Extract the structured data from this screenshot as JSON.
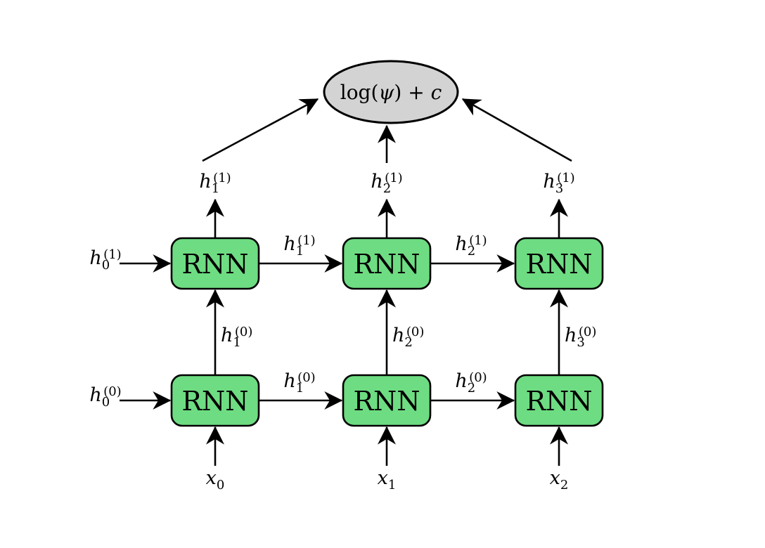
{
  "colors": {
    "node_fill": "#6edc82",
    "node_stroke": "#000000",
    "output_fill": "#d3d3d3",
    "edge": "#000000",
    "background": "#ffffff"
  },
  "output_node": {
    "part_log": "log(",
    "part_psi": "ψ",
    "part_close": ") + ",
    "part_c": "c"
  },
  "rnn": {
    "label": "RNN"
  },
  "labels": {
    "h0_l1": {
      "base": "h",
      "sub": "0",
      "sup": "(1)"
    },
    "h0_l0": {
      "base": "h",
      "sub": "0",
      "sup": "(0)"
    },
    "h1_l1": {
      "base": "h",
      "sub": "1",
      "sup": "(1)"
    },
    "h2_l1": {
      "base": "h",
      "sub": "2",
      "sup": "(1)"
    },
    "h3_l1": {
      "base": "h",
      "sub": "3",
      "sup": "(1)"
    },
    "h1_l0": {
      "base": "h",
      "sub": "1",
      "sup": "(0)"
    },
    "h2_l0": {
      "base": "h",
      "sub": "2",
      "sup": "(0)"
    },
    "h3_l0": {
      "base": "h",
      "sub": "3",
      "sup": "(0)"
    },
    "x0": {
      "base": "x",
      "sub": "0"
    },
    "x1": {
      "base": "x",
      "sub": "1"
    },
    "x2": {
      "base": "x",
      "sub": "2"
    }
  }
}
